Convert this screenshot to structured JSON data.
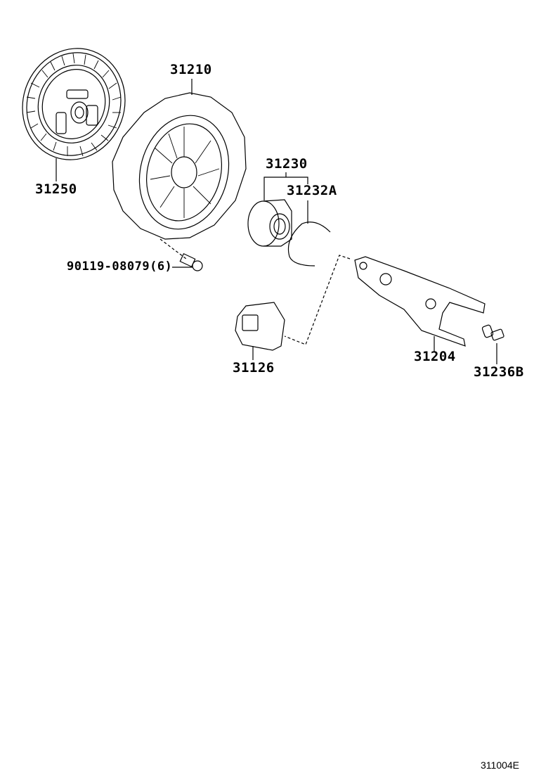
{
  "diagram": {
    "type": "exploded parts diagram",
    "subject": "clutch assembly",
    "figure_code": "311004E",
    "parts": [
      {
        "id": "disc",
        "number": "31250",
        "name": "clutch disc"
      },
      {
        "id": "cover",
        "number": "31210",
        "name": "clutch cover (pressure plate)"
      },
      {
        "id": "bolt",
        "number": "90119-08079(6)",
        "name": "bolt, qty 6"
      },
      {
        "id": "bearing_assy",
        "number": "31230",
        "name": "release bearing assembly"
      },
      {
        "id": "clip",
        "number": "31232A",
        "name": "bearing clip"
      },
      {
        "id": "boot",
        "number": "31126",
        "name": "release fork boot"
      },
      {
        "id": "fork",
        "number": "31204",
        "name": "release fork"
      },
      {
        "id": "pivot",
        "number": "31236B",
        "name": "fork pivot stud"
      }
    ]
  },
  "colors": {
    "line": "#000000",
    "background": "#ffffff"
  }
}
